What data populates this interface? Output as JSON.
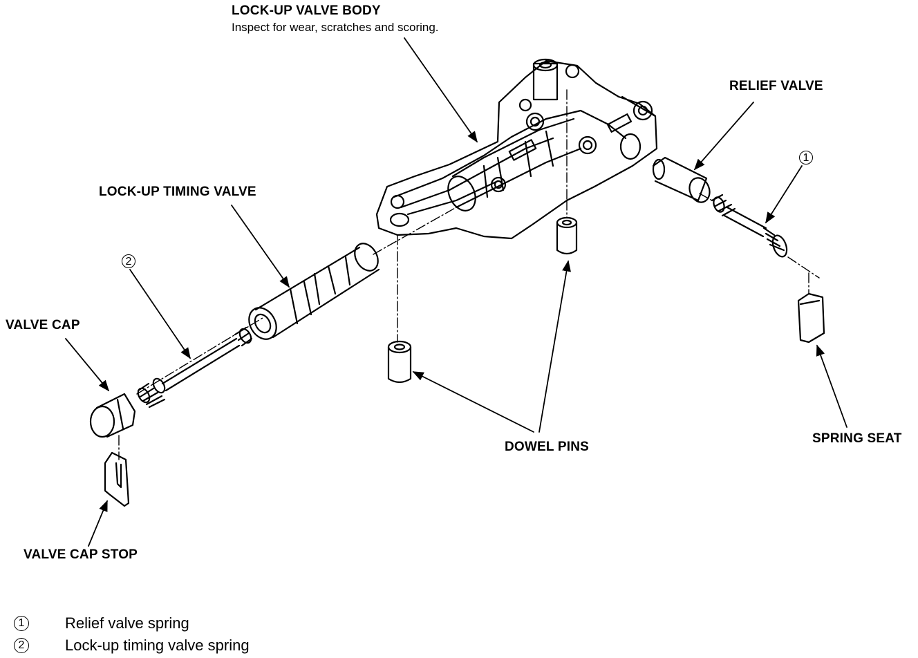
{
  "labels": {
    "lockup_valve_body": "LOCK-UP VALVE BODY",
    "lockup_valve_body_note": "Inspect for wear, scratches and scoring.",
    "relief_valve": "RELIEF VALVE",
    "lockup_timing_valve": "LOCK-UP TIMING VALVE",
    "valve_cap": "VALVE CAP",
    "valve_cap_stop": "VALVE CAP STOP",
    "dowel_pins": "DOWEL PINS",
    "spring_seat": "SPRING SEAT"
  },
  "callouts": {
    "one": "1",
    "two": "2"
  },
  "legend": [
    {
      "marker": "1",
      "text": "Relief valve spring"
    },
    {
      "marker": "2",
      "text": "Lock-up timing valve spring"
    }
  ],
  "colors": {
    "ink": "#000000",
    "paper": "#ffffff"
  }
}
